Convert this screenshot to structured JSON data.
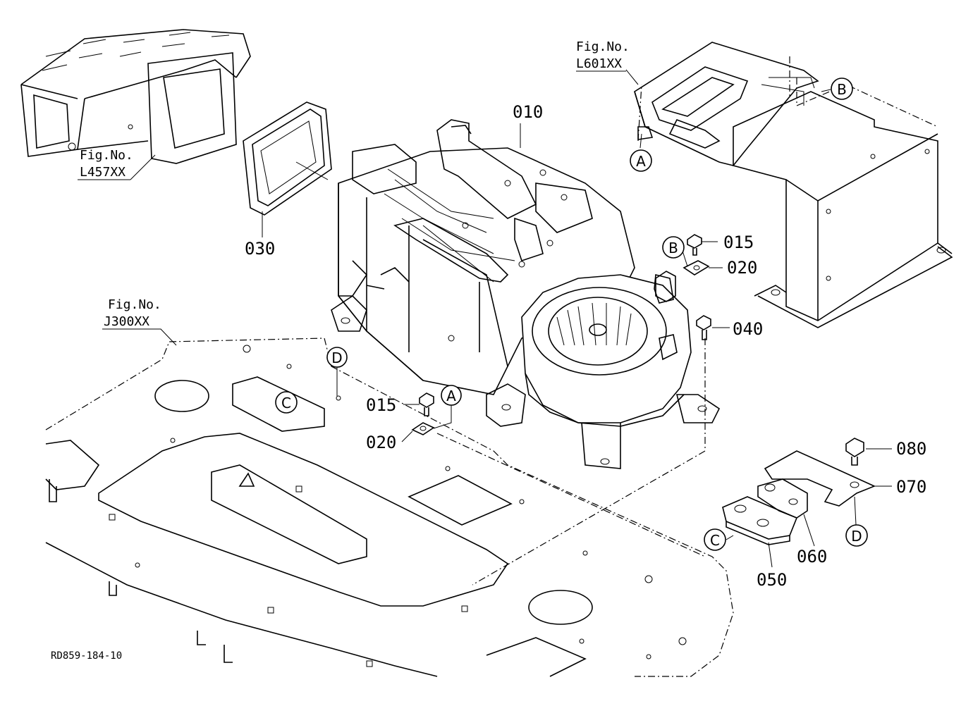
{
  "figure_refs": {
    "l601": {
      "top": "Fig.No.",
      "bottom": "L601XX"
    },
    "l457": {
      "top": "Fig.No.",
      "bottom": "L457XX"
    },
    "j300": {
      "top": "Fig.No.",
      "bottom": "J300XX"
    }
  },
  "part_labels": {
    "p010": "010",
    "p030": "030",
    "p015_top": "015",
    "p020_top": "020",
    "p040": "040",
    "p015_left": "015",
    "p020_left": "020",
    "p080": "080",
    "p070": "070",
    "p060": "060",
    "p050": "050"
  },
  "callout_letters": {
    "a_top": "A",
    "b_top": "B",
    "b_mid": "B",
    "a_mid": "A",
    "c_plate": "C",
    "d_plate": "D",
    "c_bottom": "C",
    "d_bottom": "D"
  },
  "drawing_ref": "RD859-184-10"
}
